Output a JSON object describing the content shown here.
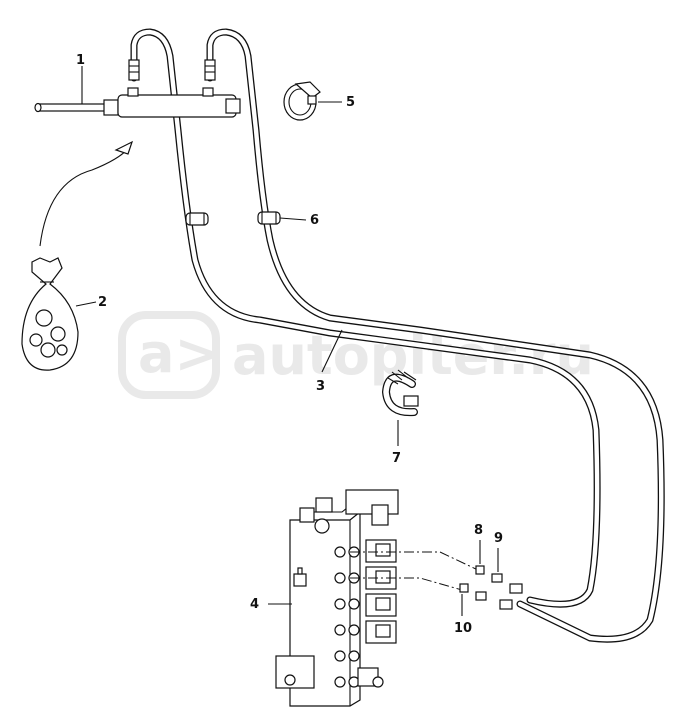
{
  "watermark": {
    "text": "autopiter.ru"
  },
  "callouts": [
    {
      "id": "1",
      "label": "1"
    },
    {
      "id": "2",
      "label": "2"
    },
    {
      "id": "3",
      "label": "3"
    },
    {
      "id": "4",
      "label": "4"
    },
    {
      "id": "5",
      "label": "5"
    },
    {
      "id": "6",
      "label": "6"
    },
    {
      "id": "7",
      "label": "7"
    },
    {
      "id": "8",
      "label": "8"
    },
    {
      "id": "9",
      "label": "9"
    },
    {
      "id": "10",
      "label": "10"
    }
  ]
}
